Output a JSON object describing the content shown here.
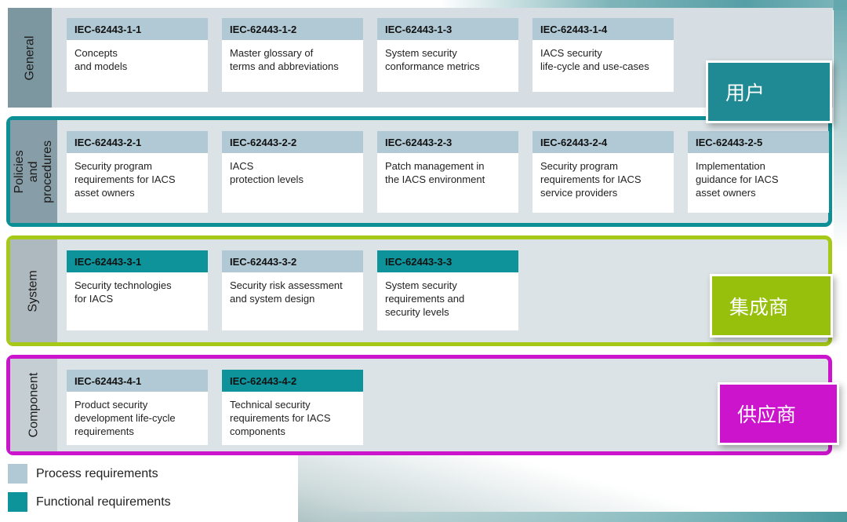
{
  "rows": [
    {
      "label": "General",
      "cards": [
        {
          "code": "IEC-62443-1-1",
          "title": "Concepts\nand models",
          "type": "process"
        },
        {
          "code": "IEC-62443-1-2",
          "title": "Master glossary of\nterms and abbreviations",
          "type": "process"
        },
        {
          "code": "IEC-62443-1-3",
          "title": "System security\nconformance metrics",
          "type": "process"
        },
        {
          "code": "IEC-62443-1-4",
          "title": "IACS security\nlife-cycle and use-cases",
          "type": "process"
        }
      ]
    },
    {
      "label": "Policies and procedures",
      "cards": [
        {
          "code": "IEC-62443-2-1",
          "title": "Security program\nrequirements for IACS\nasset owners",
          "type": "process"
        },
        {
          "code": "IEC-62443-2-2",
          "title": "IACS\nprotection levels",
          "type": "process"
        },
        {
          "code": "IEC-62443-2-3",
          "title": "Patch management in\nthe IACS environment",
          "type": "process"
        },
        {
          "code": "IEC-62443-2-4",
          "title": "Security program\nrequirements for IACS\nservice providers",
          "type": "process"
        },
        {
          "code": "IEC-62443-2-5",
          "title": "Implementation\nguidance for IACS\nasset owners",
          "type": "process"
        }
      ]
    },
    {
      "label": "System",
      "cards": [
        {
          "code": "IEC-62443-3-1",
          "title": "Security technologies\nfor IACS",
          "type": "functional"
        },
        {
          "code": "IEC-62443-3-2",
          "title": "Security risk assessment\nand system design",
          "type": "process"
        },
        {
          "code": "IEC-62443-3-3",
          "title": "System security\nrequirements and\nsecurity levels",
          "type": "functional"
        }
      ]
    },
    {
      "label": "Component",
      "cards": [
        {
          "code": "IEC-62443-4-1",
          "title": "Product security\ndevelopment life-cycle\nrequirements",
          "type": "process"
        },
        {
          "code": "IEC-62443-4-2",
          "title": "Technical security\nrequirements for IACS\ncomponents",
          "type": "functional"
        }
      ]
    }
  ],
  "legend": {
    "items": [
      {
        "label": "Process requirements",
        "type": "process",
        "color": "#b0c9d4"
      },
      {
        "label": "Functional requirements",
        "type": "functional",
        "color": "#0d949b"
      }
    ]
  },
  "roles": [
    {
      "label": "用户",
      "color": "#1f8a94"
    },
    {
      "label": "集成商",
      "color": "#97c00c"
    },
    {
      "label": "供应商",
      "color": "#cc14cc"
    }
  ],
  "colors": {
    "teal_border": "#0d8f96",
    "green_border": "#a5c916",
    "magenta_border": "#cc14cc",
    "process_header": "#b0c9d4",
    "functional_header": "#0e939b"
  }
}
